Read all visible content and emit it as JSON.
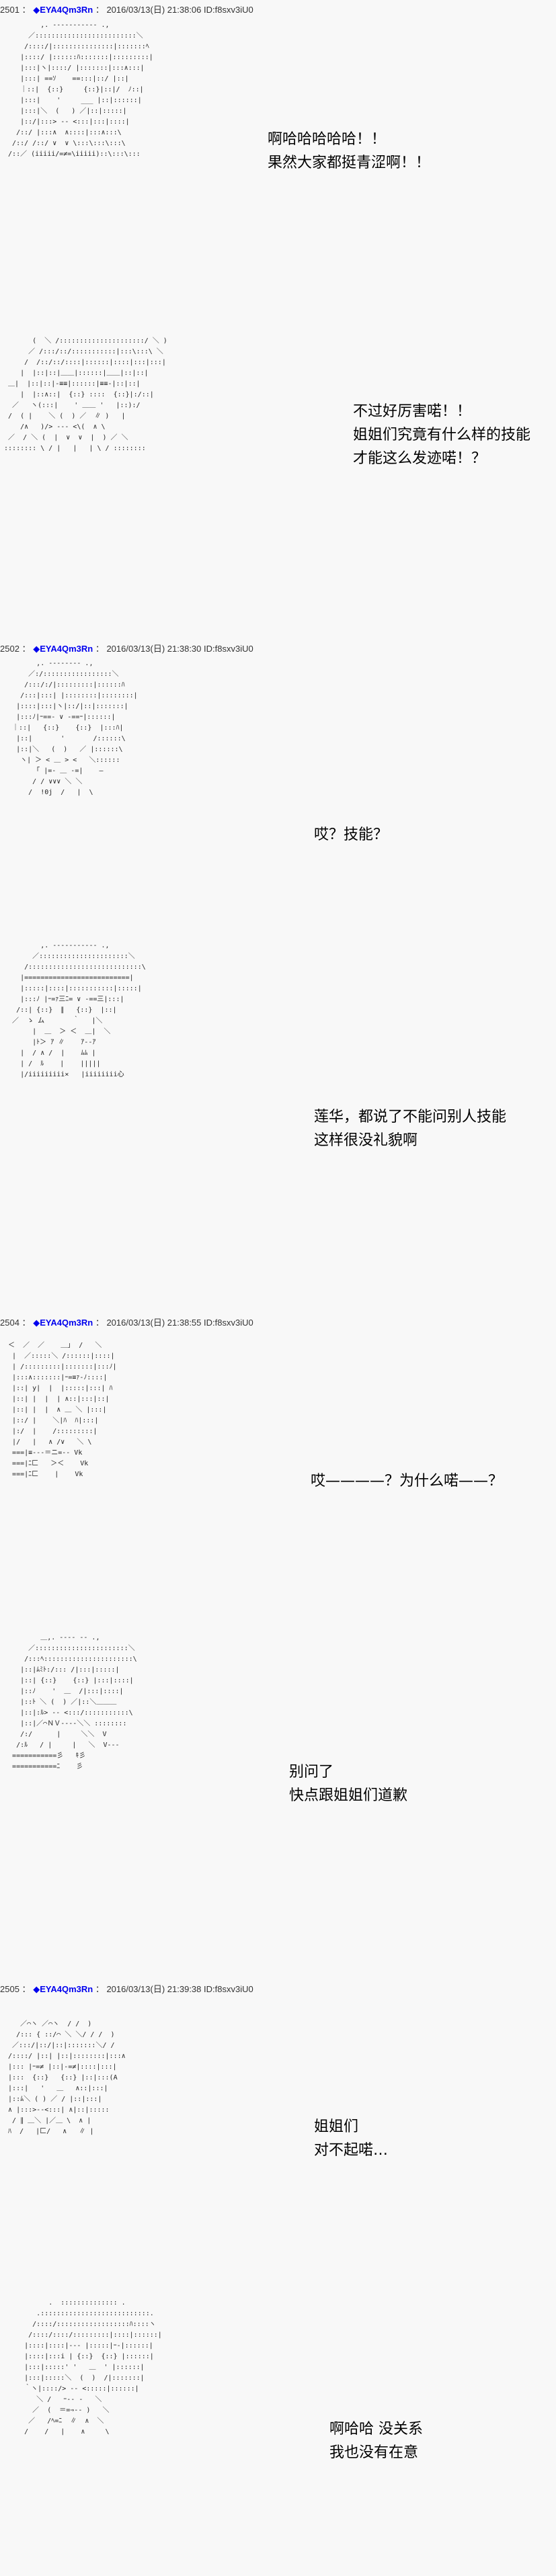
{
  "posts": [
    {
      "number": "2501",
      "author": "EYA4Qm3Rn",
      "datetime": "2016/03/13(日) 21:38:06",
      "id": "ID:f8sxv3iU0",
      "panels": [
        {
          "lines": [
            "啊哈哈哈哈哈！！",
            "果然大家都挺青涩啊！！"
          ]
        },
        {
          "lines": [
            "不过好厉害喏！！",
            "姐姐们究竟有什么样的技能",
            "才能这么发迹喏！？"
          ]
        }
      ]
    },
    {
      "number": "2502",
      "author": "EYA4Qm3Rn",
      "datetime": "2016/03/13(日) 21:38:30",
      "id": "ID:f8sxv3iU0",
      "panels": [
        {
          "lines": [
            "哎？技能？"
          ]
        },
        {
          "lines": [
            "莲华，都说了不能问别人技能",
            "这样很没礼貌啊"
          ]
        }
      ]
    },
    {
      "number": "2504",
      "author": "EYA4Qm3Rn",
      "datetime": "2016/03/13(日) 21:38:55",
      "id": "ID:f8sxv3iU0",
      "panels": [
        {
          "lines": [
            "哎————？为什么喏——？"
          ]
        },
        {
          "lines": [
            "别问了",
            "快点跟姐姐们道歉"
          ]
        }
      ]
    },
    {
      "number": "2505",
      "author": "EYA4Qm3Rn",
      "datetime": "2016/03/13(日) 21:39:38",
      "id": "ID:f8sxv3iU0",
      "panels": [
        {
          "lines": [
            "姐姐们",
            "对不起喏…"
          ]
        },
        {
          "lines": [
            "啊哈哈 没关系",
            "我也没有在意"
          ]
        }
      ]
    }
  ],
  "separator": "：",
  "diamond": "◆",
  "art": {
    "a1": "          ,. ----------- .,\n       ／:::::::::::::::::::::::::＼\n      /::::/|:::::::::::::::|:::::::ﾍ\n     |::::/ |::::::ﾊ:::::::|:::::::::|\n     |:::|ヽ|::::/ |:::::::|:::∧:::|\n     |:::| ==ｿ    ==:::|::/ |::|\n     ｜::|  {::}     {::}|::|/  ﾉ::|\n     |:::|    '     ___ |::|::::::|\n     |:::|＼  (   ) ／|::|:::::|\n     |::/|:::> ‐‐ <:::|:::|::::|\n    /::/ |:::∧  ∧::::|:::∧:::\\\n   /::/ /::/ ∨  ∨ \\:::\\:::\\:::\\\n  /::／ (iiiii/=≠=\\iiiii)::\\:::\\:::",
    "a2": "        (  ＼ /:::::::::::::::::::::/ ＼ )\n       ／ /:::/::/:::::::::::|:::\\:::\\ ＼\n      /  /::/::/::::|::::::|::::|:::|:::|\n     |  |::|::|＿＿|::::::|＿＿|::|::|\n  ＿|  |::|::|‐≡≡|::::::|≡≡‐|::|::|\n     |  |::∧::|  {::} ::::  {::}|:/::|\n   ／   ヽ(:::|    ' ＿＿ '   |::):/\n  /  ( |    ＼ (  ) ／  ∥ )   |\n     /∧   )/> ‐‐‐ <\\(  ∧ \\\n  ／  / ＼ (  |  ∨  ∨  |  ) ／ ＼\n :::::::: \\ / |   |   | \\ / ::::::::",
    "a3": "         ,. -‐‐‐‐‐‐- .,\n       ／:/:::::::::::::::::＼\n      /:::/:/|:::::::::|::::::ﾊ\n     /:::|:::| |::::::::|::::::::|\n    |::::|:::|ヽ|::/|::|:::::::|\n    |:::ﾉ|ｰ==- ∨ -==ｰ|::::::|\n   ｜::|   {::}    {::}  |:::ﾊ|\n    |::|       '       /::::::\\\n    |::|＼   (  )   ／ |::::::\\\n     ヽ| ＞ < ＿ > <   ＼::::::\n         ｢ |=- ＿ -=|    ―\n        / / ∨∨∨ ＼ ＼\n       /  !0j  /   |  \\",
    "a4": "          ,. ----------- .,\n        ／::::::::::::::::::::::＼\n      /::::::::::::::::::::::::::::\\\n     |==========================|\n     |:::::|::::|:::::::::::|:::::|\n     |:::ﾉ |ｰ=ｧ三ﾆ= ∨ -==三|:::|\n    /::| {::}  ∥   {::}  |::|\n   ／  ゝ ム       ｀   |＼\n        |  ＿  ＞ ＜  ＿|  ＼\n        |ﾄ＞ ｱ ∥    ｱ‐‐ｱ\n     |  / ∧ /  |    ﾑﾑ |\n     | /  ﾙ    |    |||||\n     |/iiiiiiiii×   |iiiiiiii心",
    "a5": "  ＜  ／  ／    ＿｣  /   ＼\n   |  ／:::::＼ /::::::|::::|\n   | /:::::::::|:::::::|:::ﾉ|\n   |:::∧:::::::|ｰ=≡ｧ‐ﾉ::::|\n   |::| y|  |  |:::::|:::| ﾊ\n   |::| |  |  | ∧::|:::|::|\n   |::| |  |  ∧ ＿ ＼ |:::|\n   |::/ |    ＼|ﾊ  ﾊ|:::|\n   |:/  |    /:::::::::|   \n   |/   |   ∧ /∨   ＼ \\\n   ===|≡‐‐‐＝ニ=‐‐ Vk\n   ===|ﾆ匚   ＞＜    Vk\n   ===|ﾆ匚    |    Vk",
    "a6": "          ＿,. -‐‐‐ ‐- .,\n       ／:::::::::::::::::::::::＼\n      /:::ﾍ::::::::::::::::::::::\\\n     |::|ﾑﾐﾄ:/::: /|:::|:::::|\n     |::| {::}    {::} |:::|::::|\n     |::ﾉ    '  ＿  /|:::|::::|\n     |::ﾄ ＼ (  ) ／|::＼＿＿＿\n     |::|:ﾙ> ‐‐ <:::/:::::::::::\\\n     |::|／⌒ＮＶ‐‐‐‐＼＼ ::::::::\n     /:/      |     ＼＼  V\n    /:ﾙ   / |     |   ＼  V‐‐‐\n   ===========彡   ｷ彡\n   ===========ﾆ    彡",
    "a7": "     ／⌒ヽ ／⌒ヽ  / /  )\n    /::: { ::/⌒ ＼ ＼/ / /  )\n   ／:::/|::/|::|:::::::＼/ /\n  /::::/ |::| |::|::::::::|:::∧\n  |::: |ｰ=≠ |::|‐=≠|::::|:::|\n  |:::  {::}   {::} |::|:::(A\n  |:::|   '   ＿   ∧::|:::|\n  |::ﾑ＼ ( ) ／ / |::|:::|\n  ∧ |:::>‐‐<:::| ∧|::|:::::\n   / ∥ ＿＼ |／＿ \\  ∧ |\n  ﾊ  /   |匚/   ∧   ∥ |",
    "a8": "            .  :::::::::::::: .\n         .:::::::::::::::::::::::::::.\n        /::::/::::::::::::::::::ﾊ::::ヽ\n       /::::/::::/:::::::::|::::|::::::|\n      |::::|::::|‐‐‐ |:::::|ｰ‐|::::::|\n      |::::|:::i | {::}  {::} |::::::|\n      |:::|:::::' '   ＿  ' |::::::|\n      |:::|:::::＼  (  )  /|:::::::|\n      ｀ヽ|::::/> ‐‐ <:::::|::::::|\n         ＼ /   ｰ‐‐ ‐   ＼\n        ／  (  ＝=⇒‐‐ )   ＼\n       ／   /ﾍ=ﾆ  ∥  ∧  ＼\n      /    /   |    ∧     \\"
  }
}
